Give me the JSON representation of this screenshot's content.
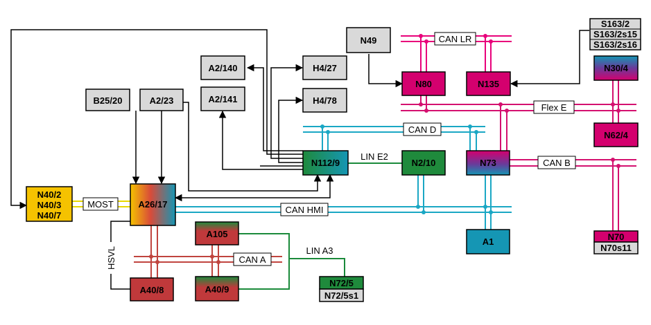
{
  "nodes": {
    "N49": "N49",
    "N80": "N80",
    "N135": "N135",
    "S163": [
      "S163/2",
      "S163/2s15",
      "S163/2s16"
    ],
    "N30_4": "N30/4",
    "N62_4": "N62/4",
    "A2_140": "A2/140",
    "A2_141": "A2/141",
    "H4_27": "H4/27",
    "H4_78": "H4/78",
    "B25_20": "B25/20",
    "A2_23": "A2/23",
    "N112_9": "N112/9",
    "N2_10": "N2/10",
    "N73": "N73",
    "N40": [
      "N40/2",
      "N40/3",
      "N40/7"
    ],
    "A26_17": "A26/17",
    "A1": "A1",
    "N70": "N70",
    "N70s11": "N70s11",
    "A105": "A105",
    "A40_8": "A40/8",
    "A40_9": "A40/9",
    "N72_5": "N72/5",
    "N72_5s1": "N72/5s1"
  },
  "buses": {
    "can_lr": "CAN LR",
    "flex_e": "Flex E",
    "can_d": "CAN D",
    "lin_e2": "LIN E2",
    "can_b": "CAN B",
    "most": "MOST",
    "can_hmi": "CAN HMI",
    "hsvl": "HSVL",
    "can_a": "CAN A",
    "lin_a3": "LIN A3"
  },
  "colors": {
    "can_lr": "#e8007a",
    "flex_e": "#d4106f",
    "can_d": "#1aa7c4",
    "can_hmi": "#1aa7c4",
    "can_b": "#d4106f",
    "can_a": "#c0443e",
    "lin": "#1a8a3a",
    "most": "#e8d800",
    "wire": "#000000",
    "gray_box": "#d9d9d9",
    "magenta_box": "#d4006e",
    "green_box": "#1f8a3c",
    "teal_box": "#1596b4",
    "red_box": "#c0393b",
    "yellow_box": "#f5c200"
  }
}
